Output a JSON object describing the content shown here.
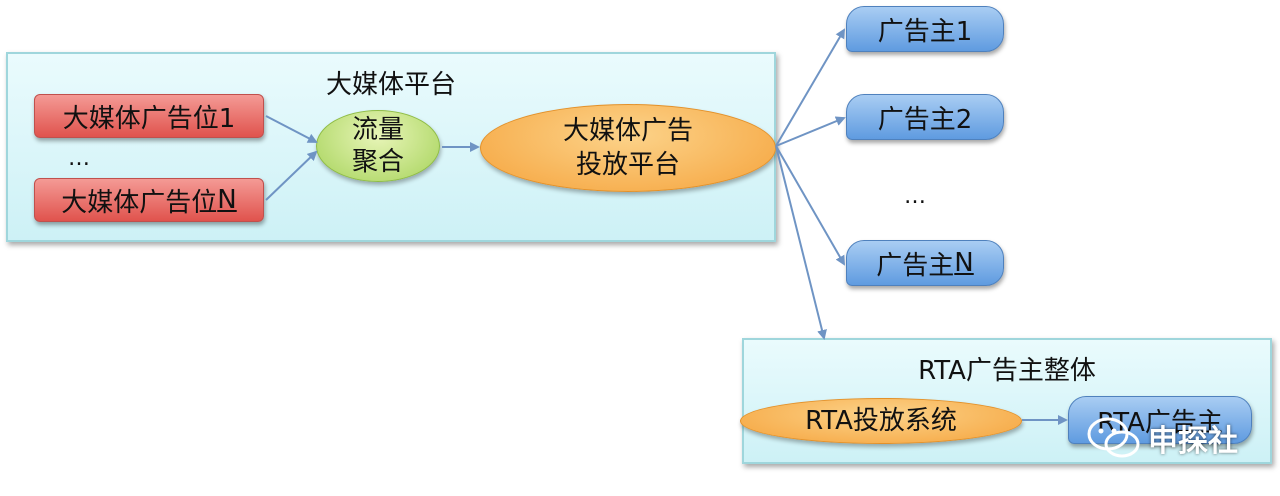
{
  "platform": {
    "title": "大媒体平台",
    "slot1": "大媒体广告位1",
    "dots": "…",
    "slotN_prefix": "大媒体广告位",
    "slotN_suffix": "N",
    "aggregation": [
      "流量",
      "聚合"
    ],
    "delivery": [
      "大媒体广告",
      "投放平台"
    ]
  },
  "advertisers": {
    "a1": "广告主1",
    "a2": "广告主2",
    "dots": "…",
    "aN_prefix": "广告主",
    "aN_suffix": "N"
  },
  "rta": {
    "title": "RTA广告主整体",
    "system": "RTA投放系统",
    "advertiser": "RTA广告主"
  },
  "watermark": {
    "icon": "wechat-icon",
    "text": "申探社"
  },
  "colors": {
    "arrow": "#6f94c4",
    "frame_border": "#9fd6dc"
  }
}
